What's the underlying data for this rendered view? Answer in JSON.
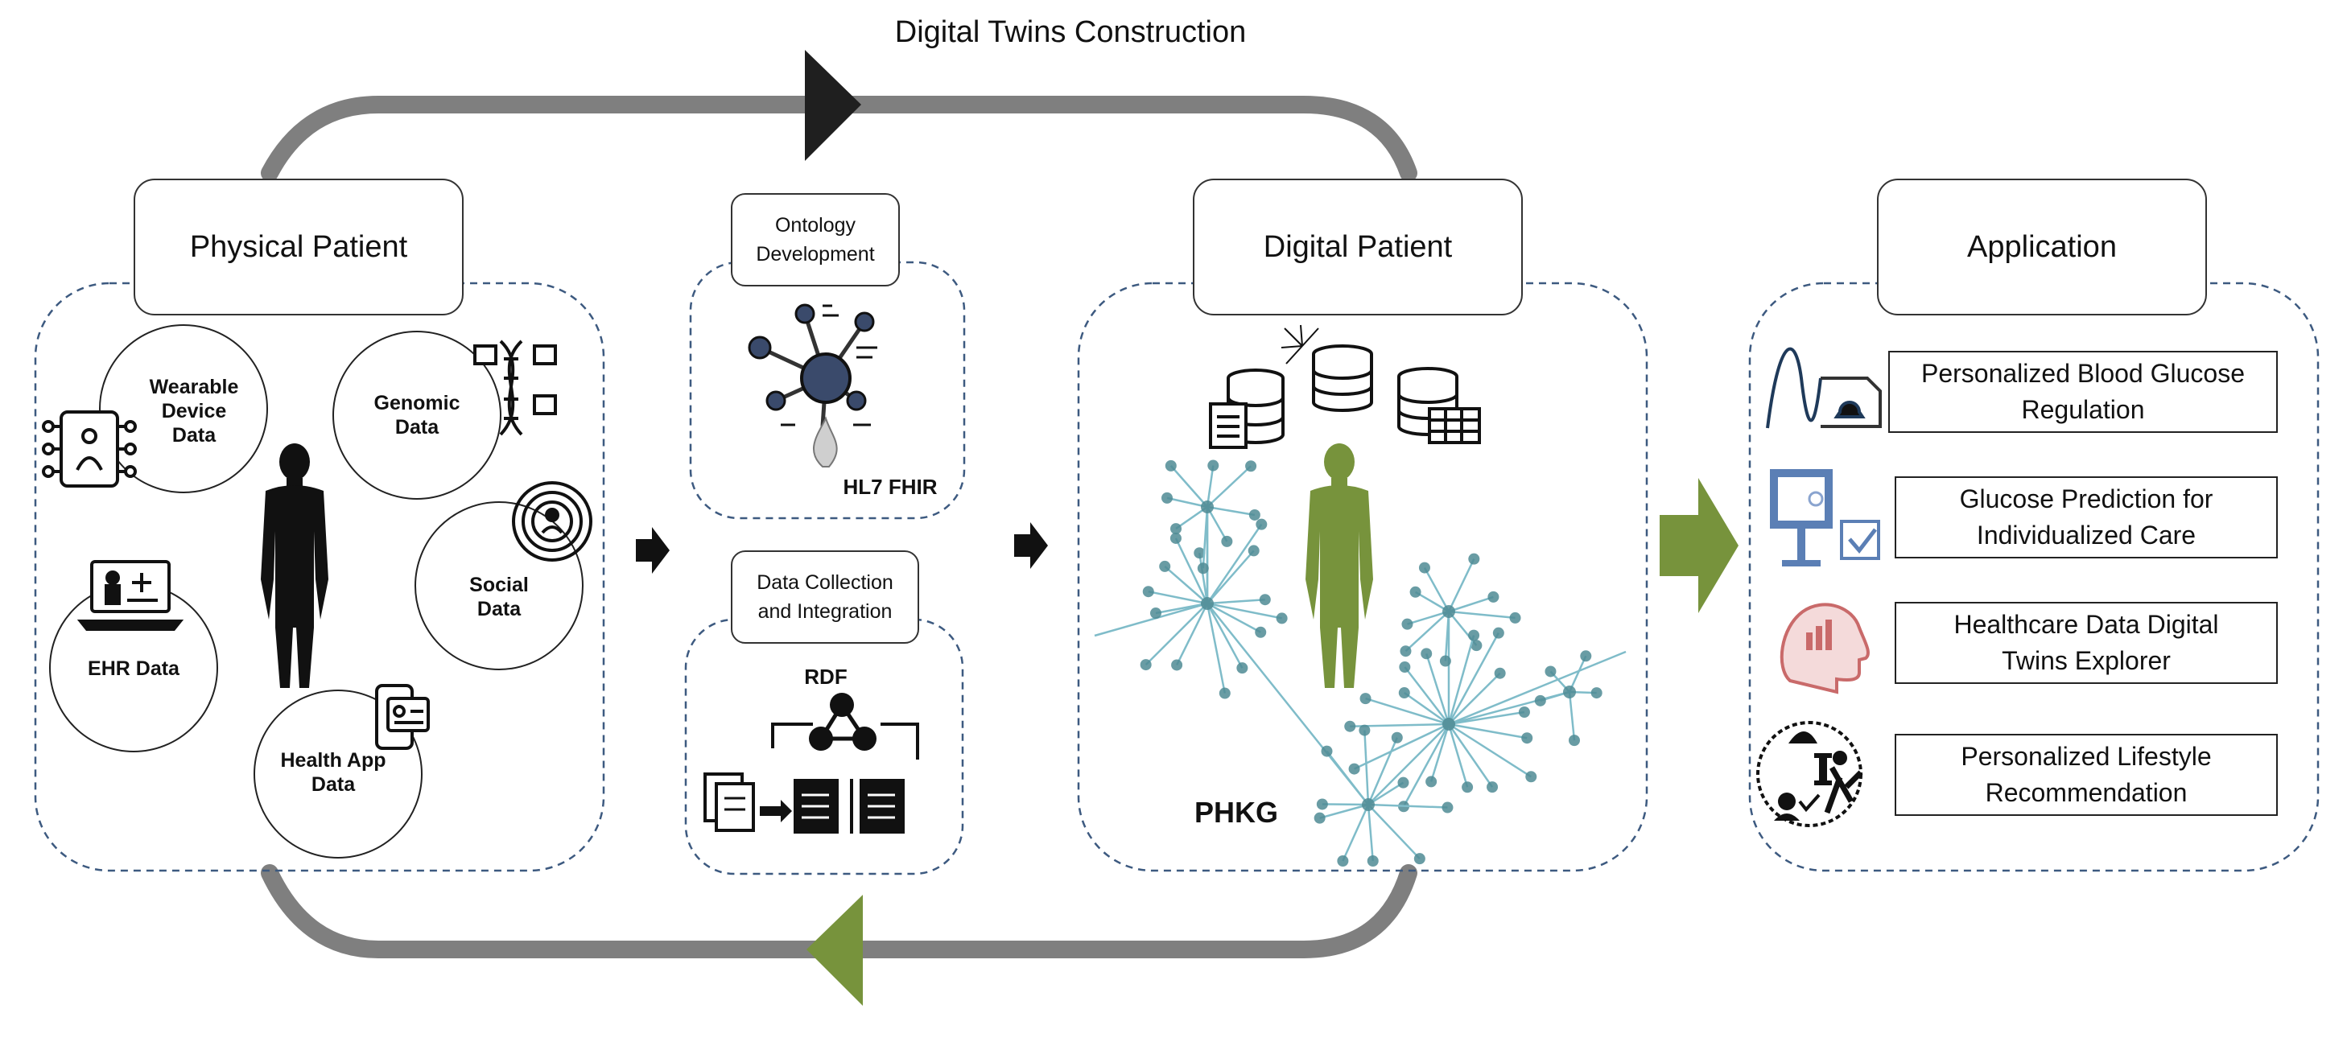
{
  "title": "Digital Twins Construction",
  "physical": {
    "header": "Physical Patient",
    "circles": [
      {
        "label": "Wearable Device Data"
      },
      {
        "label": "Genomic Data"
      },
      {
        "label": "Social Data"
      },
      {
        "label": "EHR Data"
      },
      {
        "label": "Health App Data"
      }
    ]
  },
  "middle": {
    "ontology_header": "Ontology Development",
    "ontology_label": "HL7 FHIR",
    "data_header": "Data Collection and Integration",
    "rdf_label": "RDF"
  },
  "digital": {
    "header": "Digital Patient",
    "graph_label": "PHKG"
  },
  "application": {
    "header": "Application",
    "items": [
      {
        "label": "Personalized Blood Glucose Regulation"
      },
      {
        "label": "Glucose Prediction for Individualized Care"
      },
      {
        "label": "Healthcare Data Digital Twins Explorer"
      },
      {
        "label": "Personalized Lifestyle Recommendation"
      }
    ]
  },
  "colors": {
    "loop": "#7f7f7f",
    "arrow_top": "#1f1f1f",
    "arrow_green": "#77933c",
    "human_black": "#111111",
    "human_green": "#77933c",
    "graph": "#7fbcc9",
    "graph_node": "#4f8b94",
    "dashed": "#3d5a80"
  }
}
